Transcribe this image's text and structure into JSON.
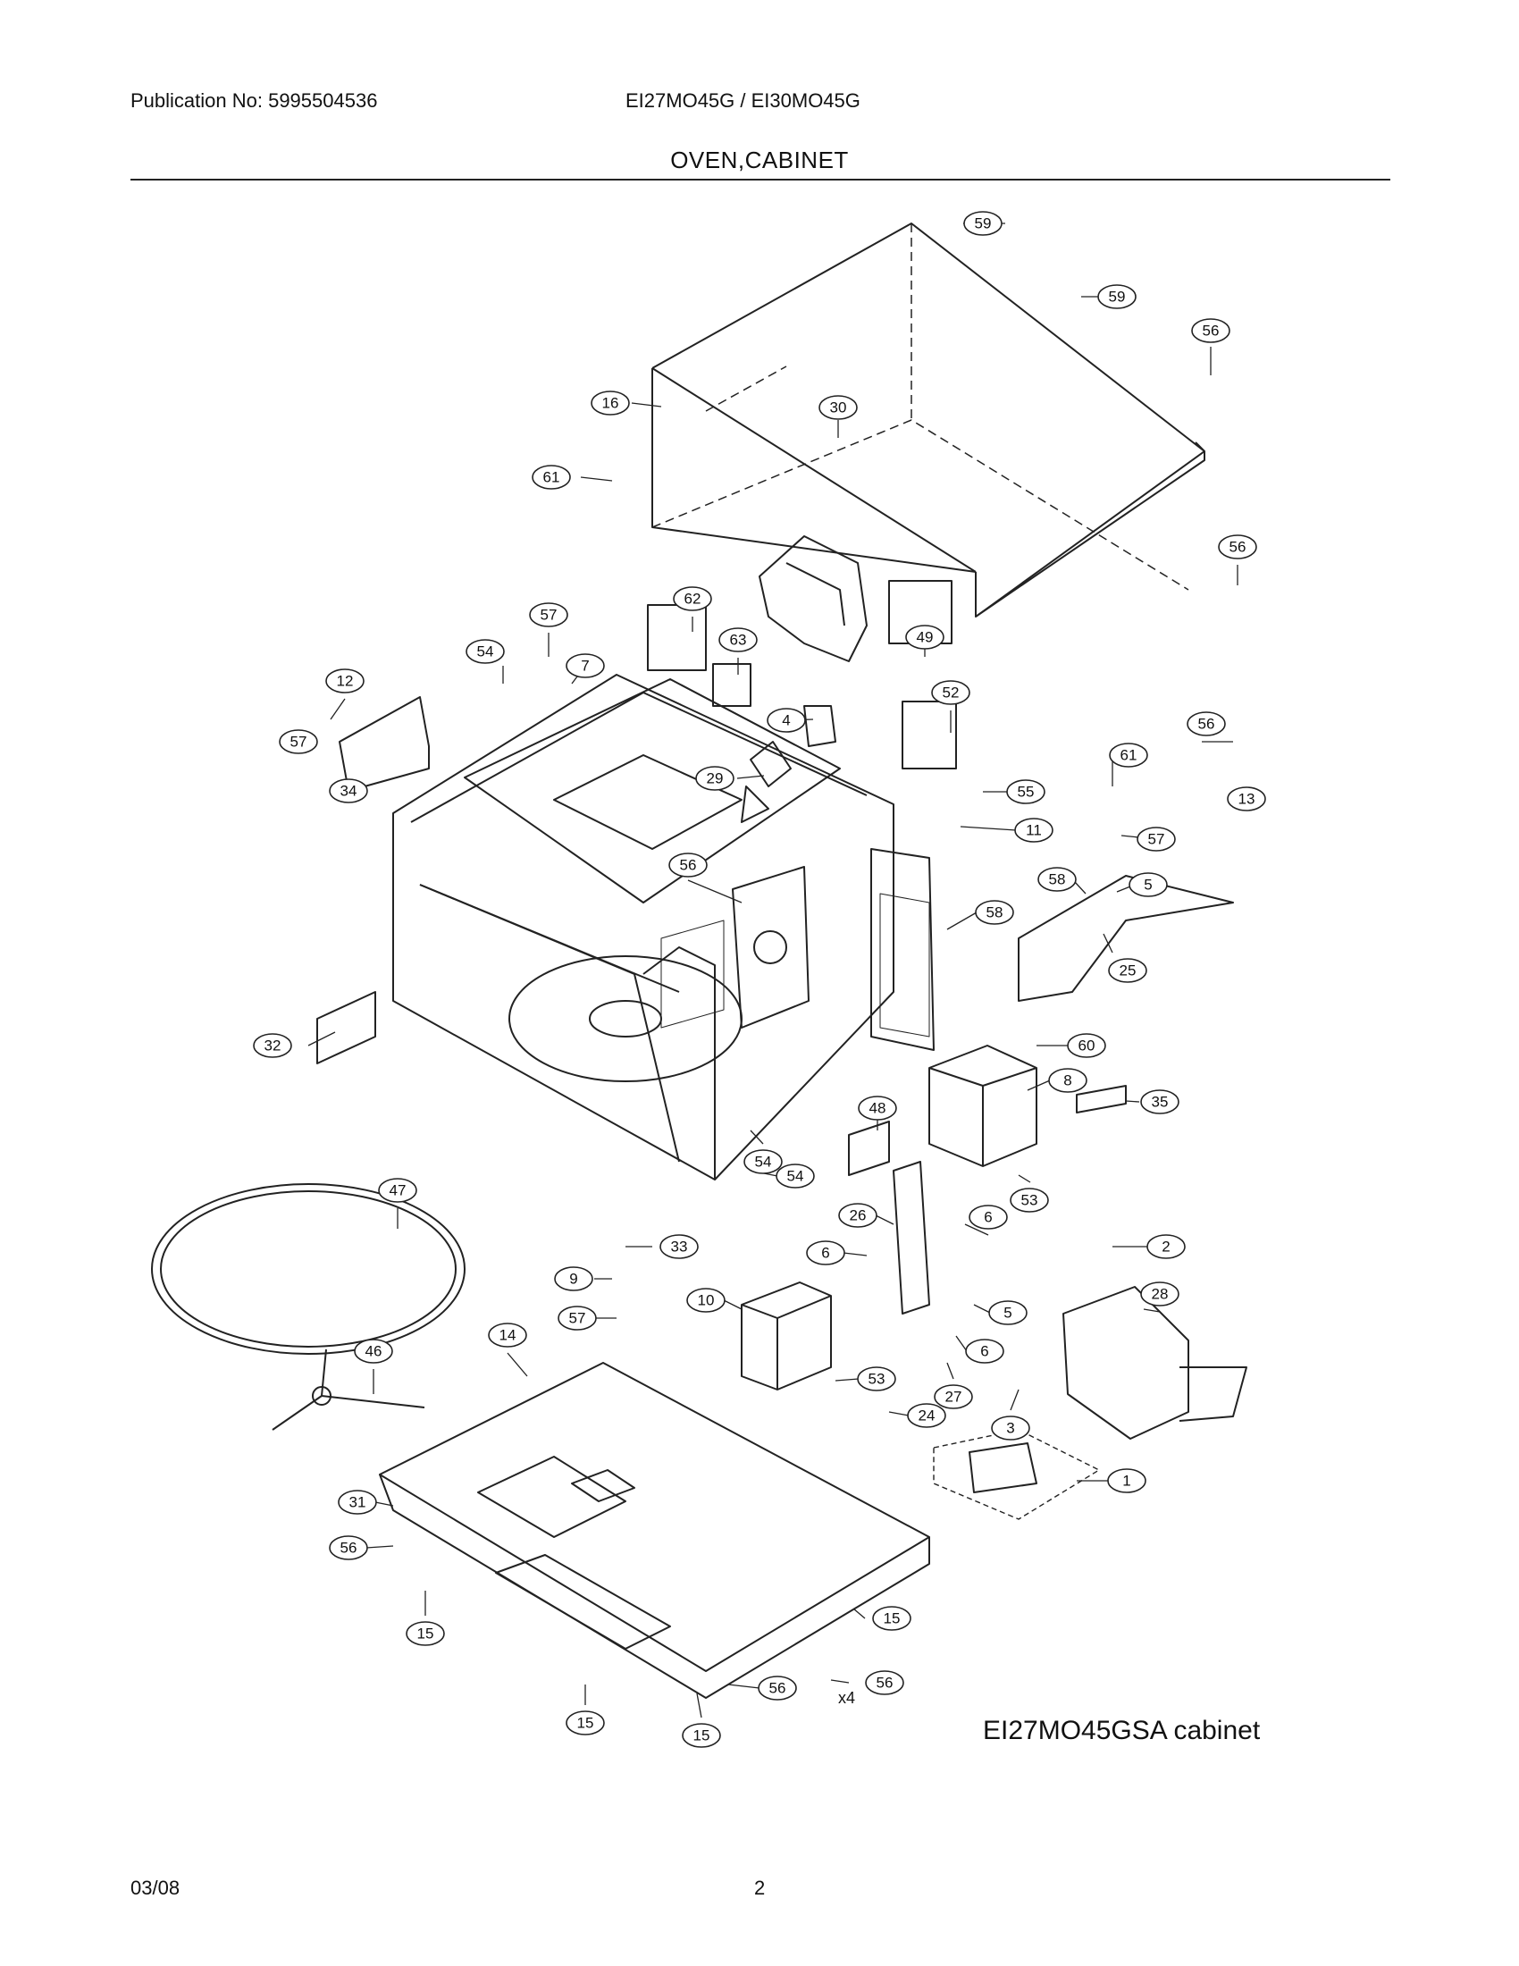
{
  "header": {
    "publication": "Publication No: 5995504536",
    "model": "EI27MO45G / EI30MO45G",
    "section_title": "OVEN,CABINET"
  },
  "caption": "EI27MO45GSA cabinet",
  "footer": {
    "date": "03/08",
    "page": "2"
  },
  "callouts": [
    "59",
    "59",
    "56",
    "16",
    "61",
    "56",
    "30",
    "49",
    "62",
    "63",
    "57",
    "7",
    "54",
    "12",
    "57",
    "34",
    "4",
    "52",
    "29",
    "56",
    "55",
    "11",
    "61",
    "56",
    "13",
    "57",
    "58",
    "5",
    "58",
    "25",
    "32",
    "60",
    "8",
    "35",
    "48",
    "54",
    "54",
    "53",
    "26",
    "6",
    "47",
    "33",
    "2",
    "6",
    "9",
    "10",
    "5",
    "57",
    "28",
    "6",
    "27",
    "46",
    "14",
    "53",
    "24",
    "3",
    "1",
    "31",
    "56",
    "15",
    "15",
    "15",
    "56",
    "15",
    "56"
  ],
  "quantity_note": "x4"
}
